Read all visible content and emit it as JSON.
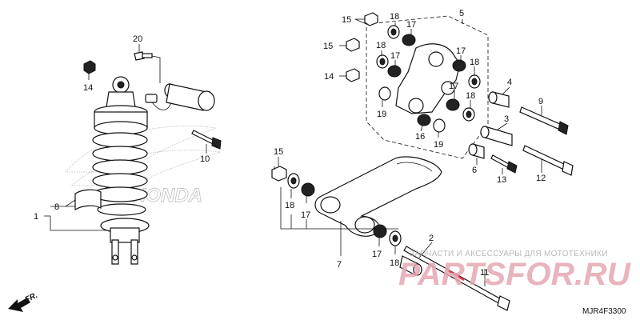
{
  "diagram": {
    "callouts": [
      "1",
      "2",
      "3",
      "4",
      "5",
      "6",
      "7",
      "8",
      "9",
      "10",
      "11",
      "12",
      "13",
      "14",
      "15",
      "16",
      "17",
      "18",
      "19",
      "20"
    ],
    "watermark_text": "ЗАПЧАСТИ И АКСЕССУАРЫ ДЛЯ МОТОТЕХНИКИ",
    "watermark_logo": "PARTSFOR.RU",
    "emblem_text": "HONDA",
    "fr_label": "FR.",
    "diagram_code": "MJR4F3300"
  }
}
